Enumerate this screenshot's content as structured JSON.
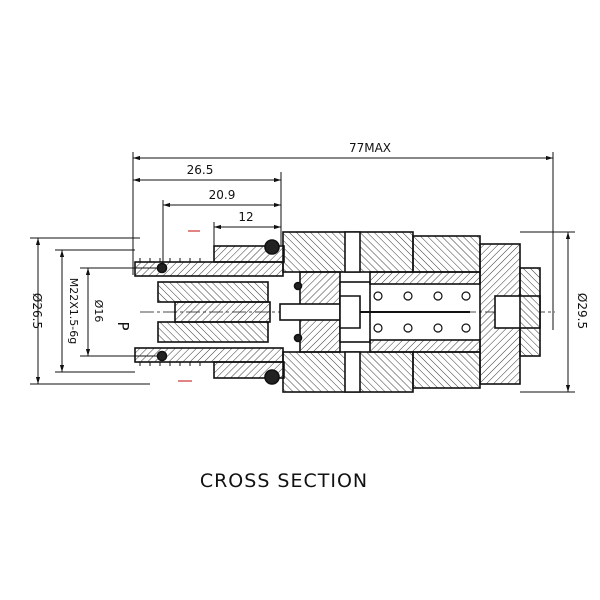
{
  "drawing": {
    "caption": "CROSS SECTION",
    "dimensions": {
      "overall_length": "77MAX",
      "length_1": "26.5",
      "length_2": "20.9",
      "length_3": "12",
      "diameter_left": "Ø26.5",
      "thread": "M22X1.5-6g",
      "diameter_bore": "Ø16",
      "diameter_right": "Ø29.5"
    },
    "port_label": "P"
  }
}
